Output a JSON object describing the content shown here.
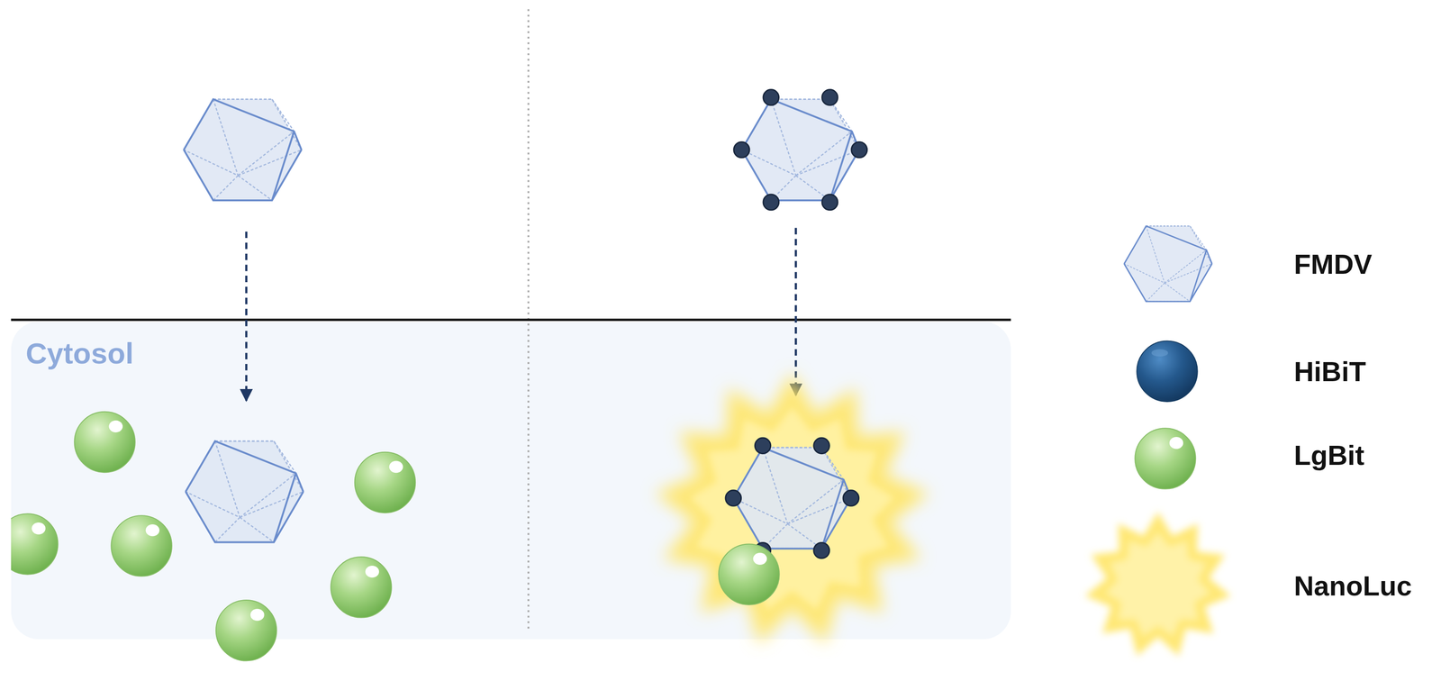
{
  "diagram": {
    "nodes": [
      {
        "text": [
          "Cytosol"
        ]
      }
    ],
    "edges": [],
    "legend": [
      {
        "text": "FMDV"
      },
      {
        "text": "HiBiT"
      },
      {
        "text": "LgBit"
      },
      {
        "text": "NanoLuc"
      }
    ]
  }
}
